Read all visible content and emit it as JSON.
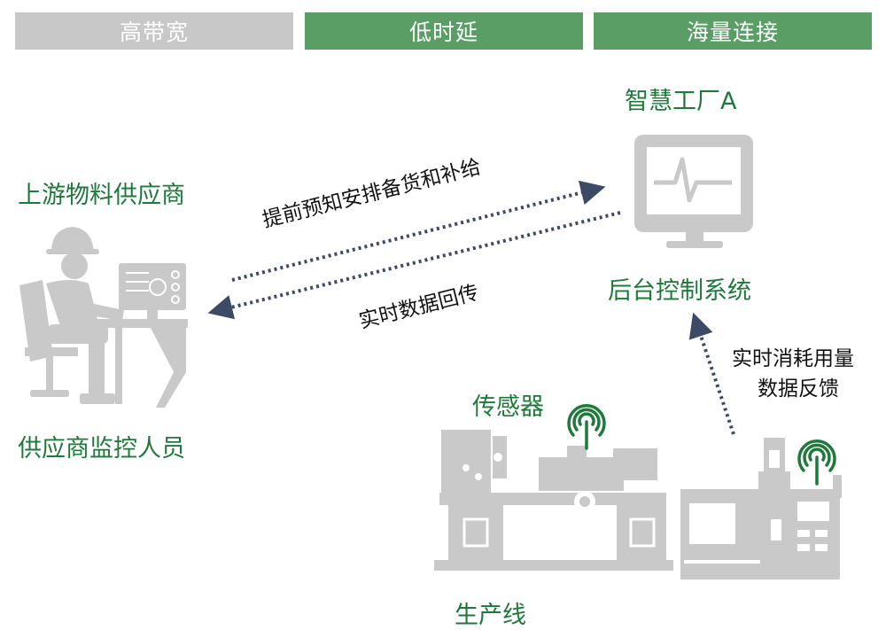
{
  "header": {
    "tabs": [
      {
        "label": "高带宽",
        "color": "#c8c8c8"
      },
      {
        "label": "低时延",
        "color": "#5a9e66"
      },
      {
        "label": "海量连接",
        "color": "#5a9e66"
      }
    ]
  },
  "diagram": {
    "supplier_title": "上游物料供应商",
    "supplier_person": "供应商监控人员",
    "factory_title": "智慧工厂A",
    "backend": "后台控制系统",
    "sensor": "传感器",
    "production_line": "生产线",
    "arrow_forward": "提前预知安排备货和补给",
    "arrow_back": "实时数据回传",
    "feedback_line1": "实时消耗用量",
    "feedback_line2": "数据反馈"
  },
  "colors": {
    "accent_green": "#1e7a3a",
    "tab_green": "#5a9e66",
    "tab_gray": "#c8c8c8",
    "icon_gray": "#c9c9c9",
    "arrow": "#3d4a66"
  }
}
